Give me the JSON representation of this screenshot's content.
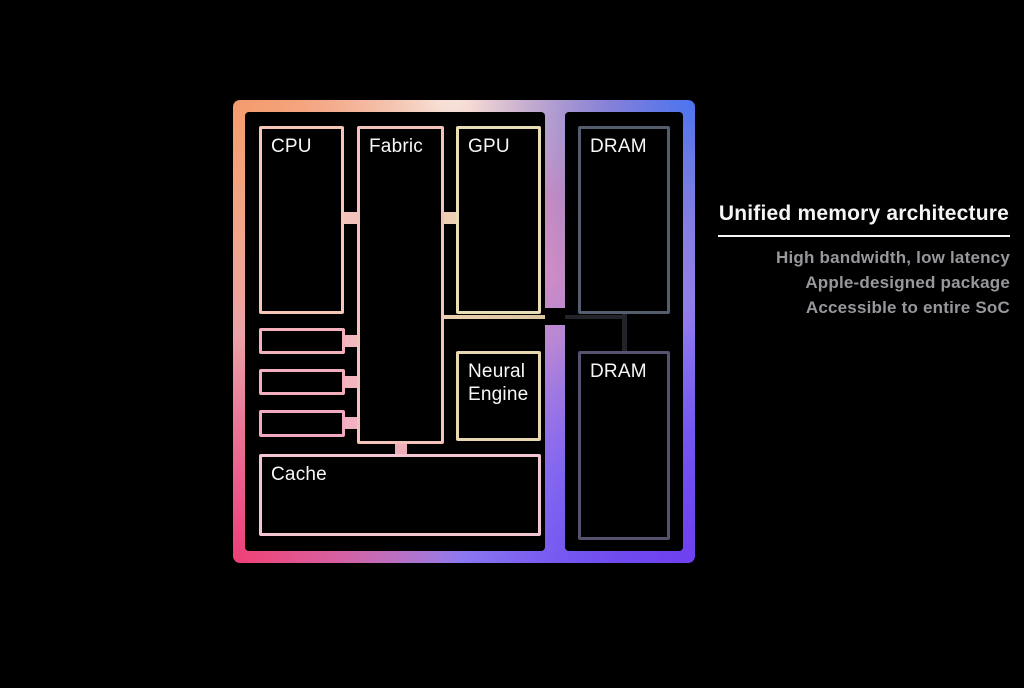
{
  "panel": {
    "title": "Unified memory architecture",
    "points": [
      "High bandwidth, low latency",
      "Apple-designed package",
      "Accessible to entire SoC"
    ]
  },
  "soc": {
    "cpu_label": "CPU",
    "fabric_label": "Fabric",
    "gpu_label": "GPU",
    "neural_engine_label": "Neural Engine",
    "cache_label": "Cache",
    "dram_top_label": "DRAM",
    "dram_bottom_label": "DRAM"
  },
  "colors": {
    "background": "#000000",
    "gradient_top_left": "#f49b6e",
    "gradient_top_right": "#4a74f0",
    "gradient_bottom_left": "#ee3f76",
    "gradient_bottom_right": "#7040f0",
    "block_outline_warm": "#f3c3bb",
    "block_outline_cream": "#e9ddb4",
    "dram_outline": "#535d6e",
    "title_text": "#f5f5f7",
    "subtitle_text": "#97979c"
  }
}
